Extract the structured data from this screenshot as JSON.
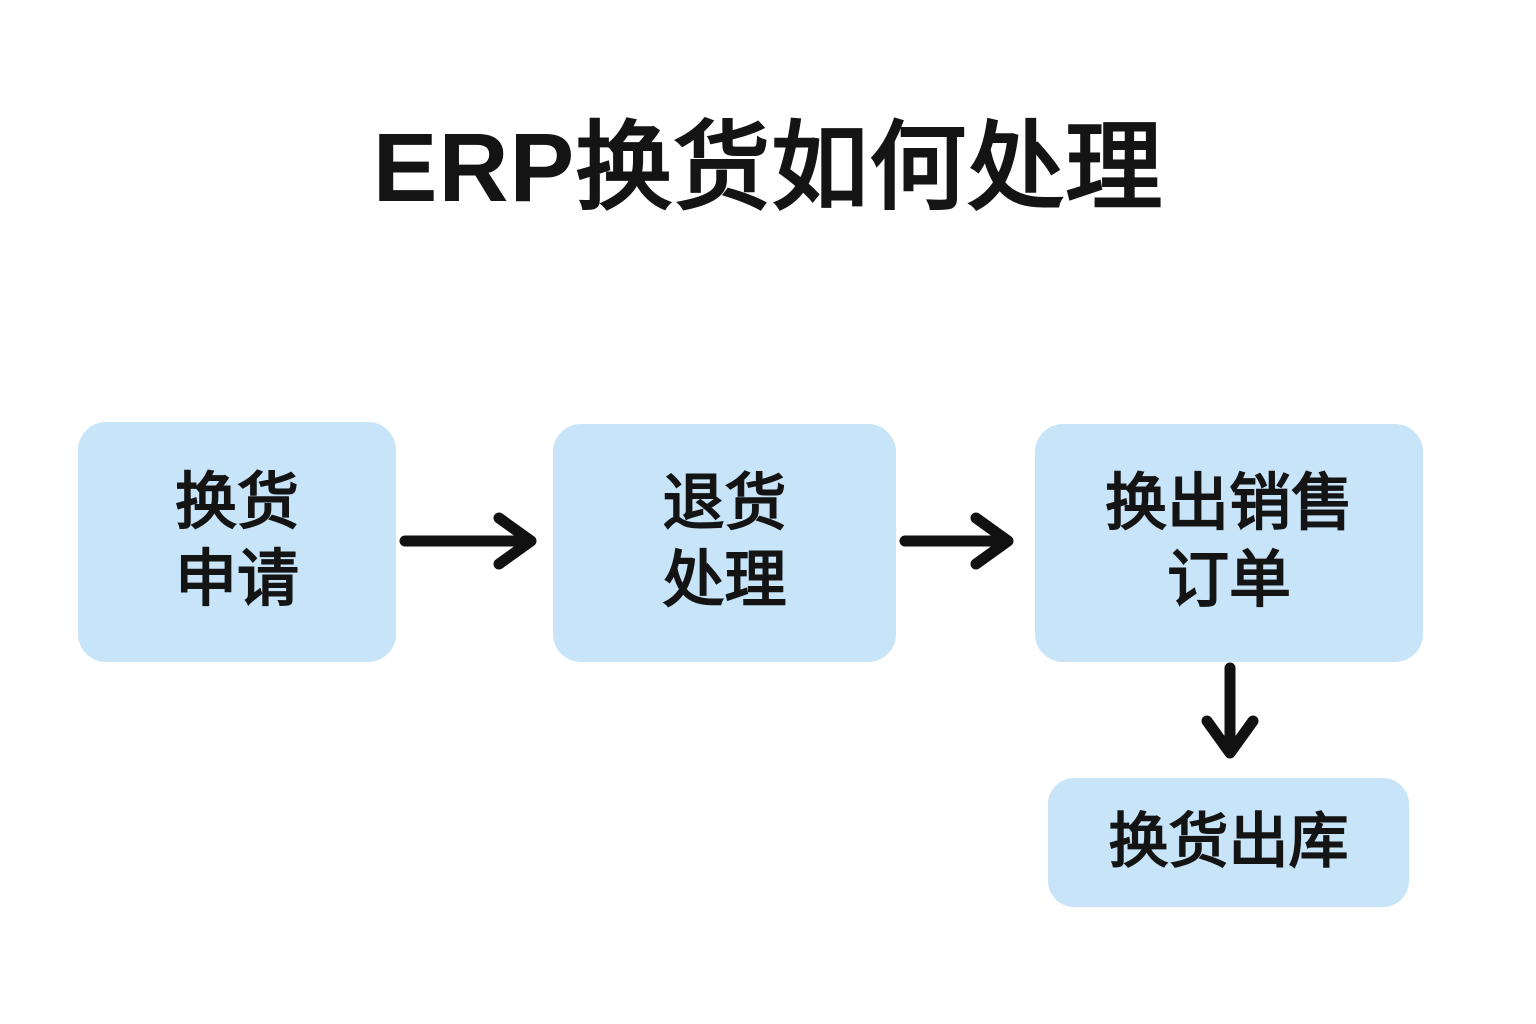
{
  "title": "ERP换货如何处理",
  "flow": {
    "nodes": [
      {
        "id": "exchange-request",
        "lines": [
          "换货",
          "申请"
        ]
      },
      {
        "id": "return-processing",
        "lines": [
          "退货",
          "处理"
        ]
      },
      {
        "id": "exchange-sales-order",
        "lines": [
          "换出销售",
          "订单"
        ]
      },
      {
        "id": "exchange-outbound",
        "lines": [
          "换货出库"
        ]
      }
    ],
    "connections": [
      {
        "from": "exchange-request",
        "to": "return-processing",
        "direction": "right"
      },
      {
        "from": "return-processing",
        "to": "exchange-sales-order",
        "direction": "right"
      },
      {
        "from": "exchange-sales-order",
        "to": "exchange-outbound",
        "direction": "down"
      }
    ],
    "colors": {
      "background": "#ffffff",
      "node_fill": "#c7e4f9",
      "text": "#141414",
      "arrow": "#111111"
    }
  }
}
